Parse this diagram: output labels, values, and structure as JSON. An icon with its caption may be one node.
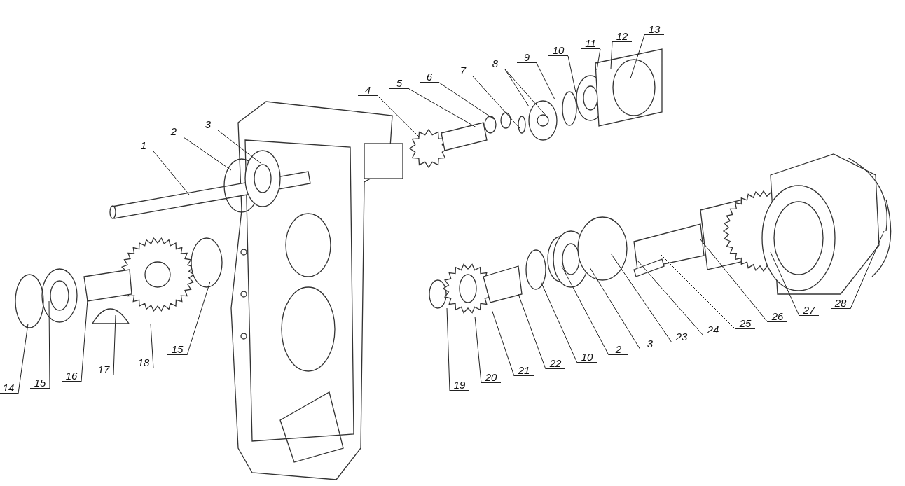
{
  "diagram": {
    "nodes": [
      {
        "text": [
          "1"
        ]
      },
      {
        "text": [
          "2"
        ]
      },
      {
        "text": [
          "3"
        ]
      },
      {
        "text": [
          "4"
        ]
      },
      {
        "text": [
          "5"
        ]
      },
      {
        "text": [
          "6"
        ]
      },
      {
        "text": [
          "7"
        ]
      },
      {
        "text": [
          "8"
        ]
      },
      {
        "text": [
          "9"
        ]
      },
      {
        "text": [
          "10"
        ]
      },
      {
        "text": [
          "11"
        ]
      },
      {
        "text": [
          "12"
        ]
      },
      {
        "text": [
          "13"
        ]
      },
      {
        "text": [
          "14"
        ]
      },
      {
        "text": [
          "15"
        ]
      },
      {
        "text": [
          "16"
        ]
      },
      {
        "text": [
          "17"
        ]
      },
      {
        "text": [
          "18"
        ]
      },
      {
        "text": [
          "15"
        ]
      },
      {
        "text": [
          "19"
        ]
      },
      {
        "text": [
          "20"
        ]
      },
      {
        "text": [
          "21"
        ]
      },
      {
        "text": [
          "22"
        ]
      },
      {
        "text": [
          "10"
        ]
      },
      {
        "text": [
          "2"
        ]
      },
      {
        "text": [
          "3"
        ]
      },
      {
        "text": [
          "23"
        ]
      },
      {
        "text": [
          "24"
        ]
      },
      {
        "text": [
          "25"
        ]
      },
      {
        "text": [
          "26"
        ]
      },
      {
        "text": [
          "27"
        ]
      },
      {
        "text": [
          "28"
        ]
      }
    ],
    "edges": [
      {
        "from": 0,
        "to": null,
        "arrow": "none"
      },
      {
        "from": 1,
        "to": null,
        "arrow": "none"
      },
      {
        "from": 2,
        "to": null,
        "arrow": "none"
      },
      {
        "from": 3,
        "to": null,
        "arrow": "none"
      },
      {
        "from": 4,
        "to": null,
        "arrow": "none"
      },
      {
        "from": 5,
        "to": null,
        "arrow": "none"
      },
      {
        "from": 6,
        "to": null,
        "arrow": "none"
      },
      {
        "from": 7,
        "to": null,
        "arrow": "none"
      },
      {
        "from": 7,
        "to": null,
        "arrow": "none"
      },
      {
        "from": 8,
        "to": null,
        "arrow": "none"
      },
      {
        "from": 9,
        "to": null,
        "arrow": "none"
      },
      {
        "from": 10,
        "to": null,
        "arrow": "none"
      },
      {
        "from": 11,
        "to": null,
        "arrow": "none"
      },
      {
        "from": 12,
        "to": null,
        "arrow": "none"
      },
      {
        "from": 13,
        "to": null,
        "arrow": "none"
      },
      {
        "from": 14,
        "to": null,
        "arrow": "none"
      },
      {
        "from": 15,
        "to": null,
        "arrow": "none"
      },
      {
        "from": 16,
        "to": null,
        "arrow": "none"
      },
      {
        "from": 17,
        "to": null,
        "arrow": "none"
      },
      {
        "from": 18,
        "to": null,
        "arrow": "none"
      },
      {
        "from": 19,
        "to": null,
        "arrow": "none"
      },
      {
        "from": 20,
        "to": null,
        "arrow": "none"
      },
      {
        "from": 21,
        "to": null,
        "arrow": "none"
      },
      {
        "from": 22,
        "to": null,
        "arrow": "none"
      },
      {
        "from": 23,
        "to": null,
        "arrow": "none"
      },
      {
        "from": 24,
        "to": null,
        "arrow": "none"
      },
      {
        "from": 25,
        "to": null,
        "arrow": "none"
      },
      {
        "from": 26,
        "to": null,
        "arrow": "none"
      },
      {
        "from": 27,
        "to": null,
        "arrow": "none"
      },
      {
        "from": 28,
        "to": null,
        "arrow": "none"
      },
      {
        "from": 29,
        "to": null,
        "arrow": "none"
      },
      {
        "from": 30,
        "to": null,
        "arrow": "none"
      },
      {
        "from": 31,
        "to": null,
        "arrow": "none"
      }
    ]
  }
}
